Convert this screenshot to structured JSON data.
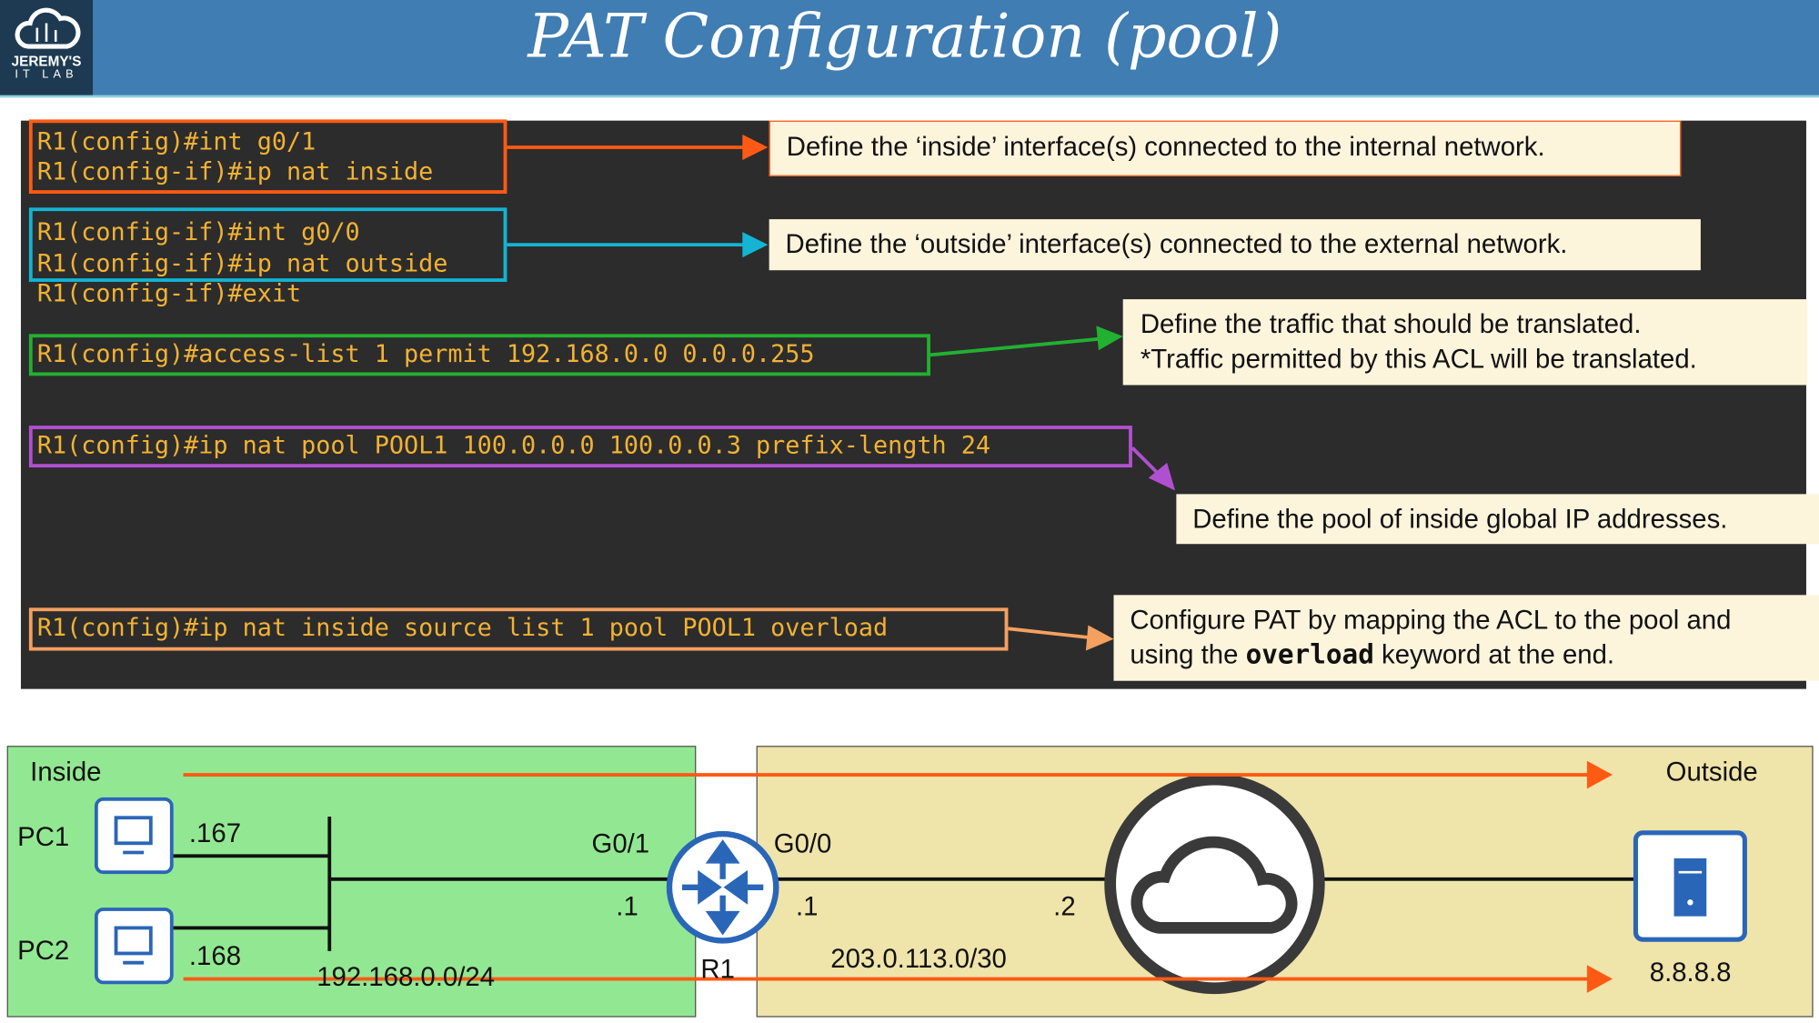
{
  "header": {
    "title": "PAT Configuration (pool)",
    "logo_line1": "JEREMY'S",
    "logo_line2": "IT LAB",
    "brand_color": "#3f7db3"
  },
  "terminal": {
    "lines": [
      "R1(config)#int g0/1",
      "R1(config-if)#ip nat inside",
      "R1(config-if)#int g0/0",
      "R1(config-if)#ip nat outside",
      "R1(config-if)#exit",
      "R1(config)#access-list 1 permit 192.168.0.0 0.0.0.255",
      "R1(config)#ip nat pool POOL1 100.0.0.0 100.0.0.3 prefix-length 24",
      "R1(config)#ip nat inside source list 1 pool POOL1 overload"
    ]
  },
  "callouts": {
    "inside": "Define the ‘inside’ interface(s) connected to the internal network.",
    "outside": "Define the ‘outside’ interface(s) connected to the external network.",
    "acl_1": "Define the traffic that should be translated.",
    "acl_2": "*Traffic permitted by this ACL will be translated.",
    "pool": "Define the pool of inside global IP addresses.",
    "pat_1": "Configure PAT by mapping the ACL to the pool and",
    "pat_2a": "using the ",
    "pat_keyword": "overload",
    "pat_2b": " keyword at the end."
  },
  "diagram": {
    "inside_label": "Inside",
    "outside_label": "Outside",
    "pc1": "PC1",
    "pc2": "PC2",
    "pc1_ip": ".167",
    "pc2_ip": ".168",
    "lan": "192.168.0.0/24",
    "r1_g01": "G0/1",
    "r1_g00": "G0/0",
    "r1_in_ip": ".1",
    "r1_out_ip": ".1",
    "isp_ip": ".2",
    "wan": "203.0.113.0/30",
    "router": "R1",
    "server_ip": "8.8.8.8"
  }
}
